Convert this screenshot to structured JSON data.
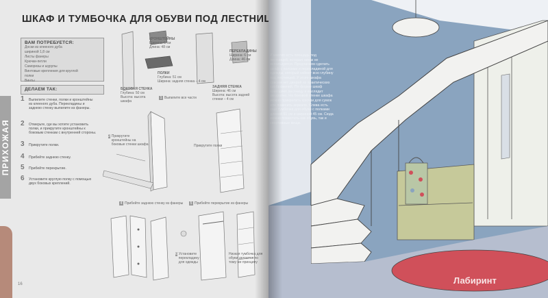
{
  "left_page": {
    "title": "ШКАФ И ТУМБОЧКА ДЛЯ ОБУВИ ПОД ЛЕСТНИЦЕЙ",
    "side_tab": "ПРИХОЖАЯ",
    "page_number": "16",
    "needs": {
      "heading": "ВАМ ПОТРЕБУЕТСЯ:",
      "items": [
        "Доски из клееного дуба",
        "шириной 1,8 см",
        "Листы фанеры",
        "Крючки-петли",
        "Саморезы и шурупы",
        "Винтовые крепления для круглой",
        "полки",
        "Винты"
      ]
    },
    "do": {
      "heading": "ДЕЛАЕМ ТАК:",
      "steps": [
        {
          "n": "1",
          "text": "Выпилите стенки, полки и кронштейны из клееного дуба. Перекладины и заднюю стенку выпилите из фанеры."
        },
        {
          "n": "2",
          "text": "Отмерьте, где вы хотите установить полки, и прикрутите кронштейны к боковым стенкам с внутренней стороны."
        },
        {
          "n": "3",
          "text": "Прикрутите полки."
        },
        {
          "n": "4",
          "text": "Прибейте заднюю стенку."
        },
        {
          "n": "5",
          "text": "Прибейте перекрытие."
        },
        {
          "n": "6",
          "text": "Установите круглую полку с помощью двух боковых креплений."
        }
      ]
    },
    "parts": [
      {
        "name": "КРОНШТЕЙНЫ",
        "line1": "Ширина: 5 см",
        "line2": "Длина: 48 см"
      },
      {
        "name": "ПЕРЕКЛАДИНЫ",
        "line1": "Ширина: 6 см",
        "line2": "Длина: 46 см"
      },
      {
        "name": "ПОЛКИ",
        "line1": "Глубина: 51 см",
        "line2": "Ширина: задняя стенка – 4 см"
      },
      {
        "name": "БОКОВАЯ СТЕНКА",
        "line1": "Глубина: 50 см",
        "line2": "Высота: высота шкафа"
      },
      {
        "name": "ЗАДНЯЯ СТЕНКА",
        "line1": "Ширина: 46 см",
        "line2": "Высота: высота задней стенки – 4 см"
      }
    ],
    "captions": {
      "c1": "Выпилите все части",
      "c2": "Прикрутите кронштейны на боковые стенки шкафа",
      "c3": "Прикрутите полки",
      "c4": "Прибейте заднюю стенку из фанеры",
      "c5": "Прибейте перекрытие из фанеры",
      "c6": "Установите перекладину для одежды",
      "c7": "Низкая тумбочка для обуви делается по тому же принципу"
    }
  },
  "right_page": {
    "text": "У многих есть площадь под лестницей, которая никак не используется. Предлагаем сделать шкаф с полками и перекладиной для одежды, который займет всю глубину под лестницей. У этого шкафа совсем нет дверей из практических соображений. По форме шкаф повторяет лестницу и выглядит аккуратно. На боковой стенке шкафа можно прикрепить крючки для сумок или повесить зеркало. Слева есть еще тумбочка для обуви с полками длиной 51 см и шириной 45 см. Сюда можно поместить как обувь, так и спортивные вещи."
  },
  "watermark": "Лабиринт",
  "colors": {
    "page_left": "#e9e9e9",
    "wall_blue": "#8aa4bf",
    "wall_white": "#eaeef2",
    "stair_white": "#f2f2f0",
    "floor": "#b6becf",
    "rug_red": "#d0505a",
    "cabinet_olive": "#c6c99a",
    "bag_green": "#b9c7a6"
  }
}
